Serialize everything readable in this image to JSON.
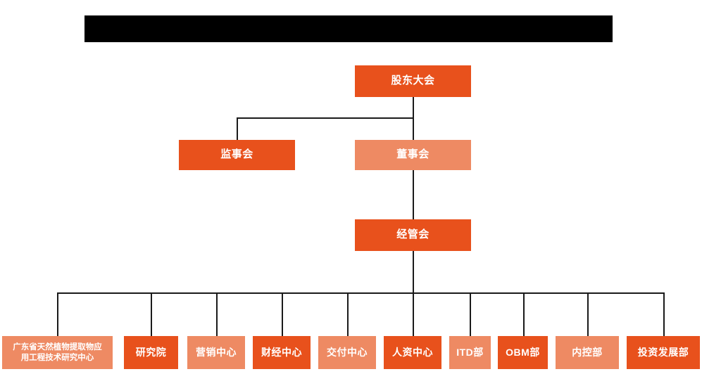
{
  "page": {
    "background_color": "#ffffff",
    "title_bar": {
      "name": "redacted-title-bar",
      "color": "#000000",
      "text": ""
    }
  },
  "theme": {
    "dark_orange": "#E8511C",
    "light_orange": "#EE8A63",
    "line_color": "#1a1a1a",
    "node_text_color": "#ffffff"
  },
  "chart_data": {
    "type": "diagram",
    "diagram_kind": "organization-chart",
    "title": "",
    "nodes": [
      {
        "id": "shareholders",
        "label": "股东大会",
        "level": 1,
        "shade": "dark"
      },
      {
        "id": "supervisors",
        "label": "监事会",
        "level": 2,
        "shade": "dark"
      },
      {
        "id": "directors",
        "label": "董事会",
        "level": 2,
        "shade": "light"
      },
      {
        "id": "management",
        "label": "经管会",
        "level": 3,
        "shade": "dark"
      },
      {
        "id": "research-center",
        "label": "广东省天然植物提取物应\n用工程技术研究中心",
        "level": 4,
        "shade": "light"
      },
      {
        "id": "institute",
        "label": "研究院",
        "level": 4,
        "shade": "dark"
      },
      {
        "id": "marketing",
        "label": "营销中心",
        "level": 4,
        "shade": "light"
      },
      {
        "id": "finance",
        "label": "财经中心",
        "level": 4,
        "shade": "dark"
      },
      {
        "id": "delivery",
        "label": "交付中心",
        "level": 4,
        "shade": "light"
      },
      {
        "id": "hr",
        "label": "人资中心",
        "level": 4,
        "shade": "dark"
      },
      {
        "id": "itd",
        "label": "ITD部",
        "level": 4,
        "shade": "light"
      },
      {
        "id": "obm",
        "label": "OBM部",
        "level": 4,
        "shade": "dark"
      },
      {
        "id": "internal",
        "label": "内控部",
        "level": 4,
        "shade": "light"
      },
      {
        "id": "investment",
        "label": "投资发展部",
        "level": 4,
        "shade": "dark"
      }
    ],
    "edges": [
      {
        "from": "shareholders",
        "to": "supervisors"
      },
      {
        "from": "shareholders",
        "to": "directors"
      },
      {
        "from": "directors",
        "to": "management"
      },
      {
        "from": "management",
        "to": "research-center"
      },
      {
        "from": "management",
        "to": "institute"
      },
      {
        "from": "management",
        "to": "marketing"
      },
      {
        "from": "management",
        "to": "finance"
      },
      {
        "from": "management",
        "to": "delivery"
      },
      {
        "from": "management",
        "to": "hr"
      },
      {
        "from": "management",
        "to": "itd"
      },
      {
        "from": "management",
        "to": "obm"
      },
      {
        "from": "management",
        "to": "internal"
      },
      {
        "from": "management",
        "to": "investment"
      }
    ]
  }
}
